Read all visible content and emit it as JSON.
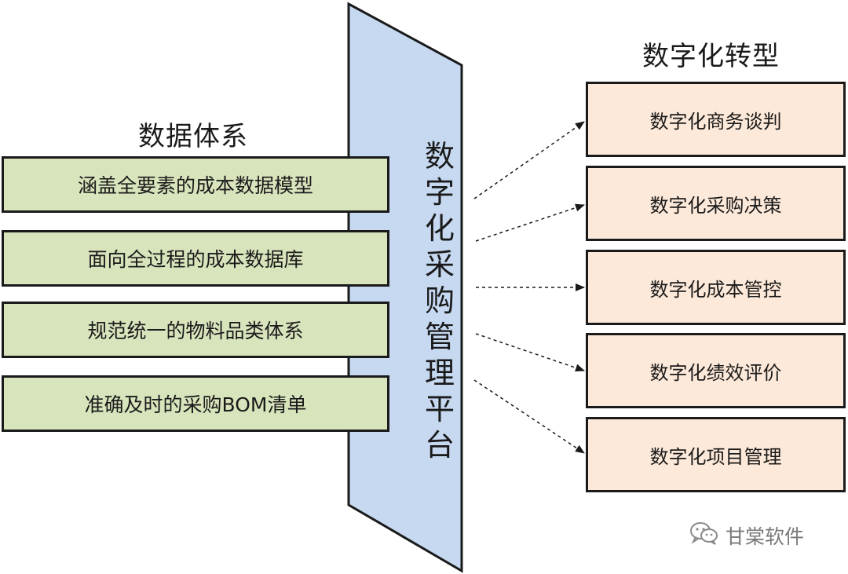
{
  "left_section": {
    "title": "数据体系",
    "items": [
      {
        "label": "涵盖全要素的成本数据模型"
      },
      {
        "label": "面向全过程的成本数据库"
      },
      {
        "label": "规范统一的物料品类体系"
      },
      {
        "label": "准确及时的采购BOM清单"
      }
    ]
  },
  "platform": {
    "chars": [
      "数",
      "字",
      "化",
      "采",
      "购",
      "管",
      "理",
      "平",
      "台"
    ]
  },
  "right_section": {
    "title": "数字化转型",
    "items": [
      {
        "label": "数字化商务谈判"
      },
      {
        "label": "数字化采购决策"
      },
      {
        "label": "数字化成本管控"
      },
      {
        "label": "数字化绩效评价"
      },
      {
        "label": "数字化项目管理"
      }
    ]
  },
  "watermark": {
    "text": "甘棠软件",
    "icon": "wechat-icon"
  },
  "colors": {
    "left_box_fill": "#d8e4bc",
    "right_box_fill": "#fde9d9",
    "platform_fill": "#c6d9f1",
    "border": "#1a1a1a"
  }
}
